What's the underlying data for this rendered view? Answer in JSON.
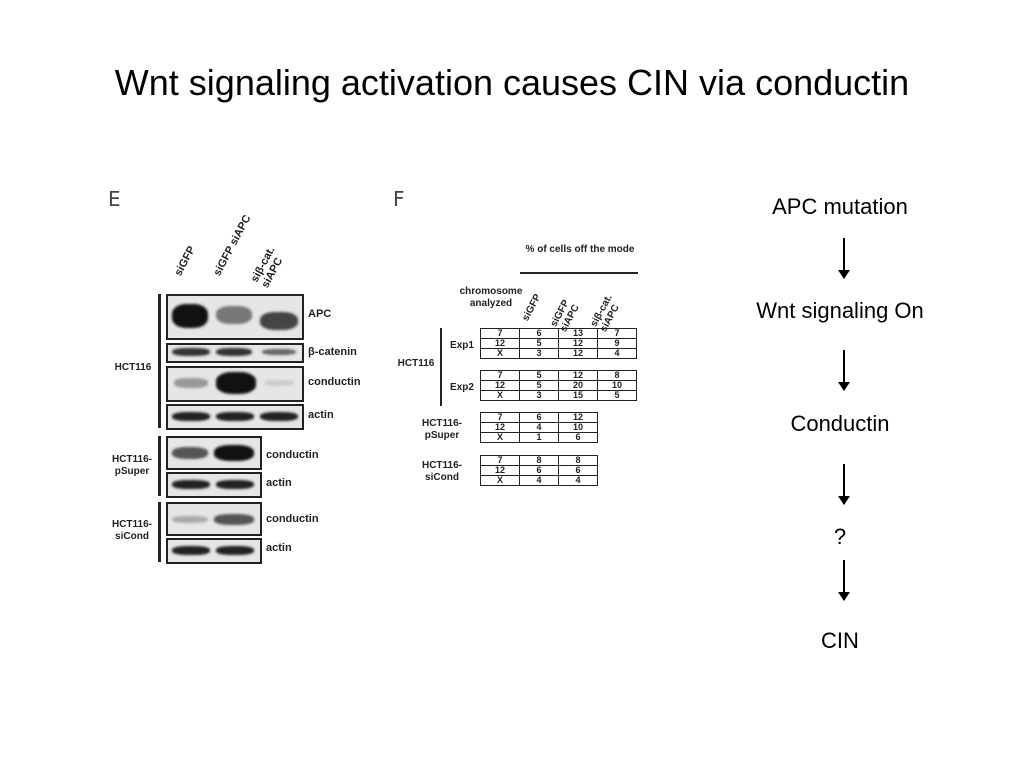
{
  "title": "Wnt signaling activation causes CIN via conductin",
  "panel_e": {
    "letter": "E",
    "lanes": [
      "siGFP",
      "siGFP siAPC",
      "siβ-cat. siAPC"
    ],
    "groups": [
      {
        "name": "HCT116",
        "blots": [
          "APC",
          "β-catenin",
          "conductin",
          "actin"
        ]
      },
      {
        "name": "HCT116- pSuper",
        "blots": [
          "conductin",
          "actin"
        ]
      },
      {
        "name": "HCT116- siCond",
        "blots": [
          "conductin",
          "actin"
        ]
      }
    ]
  },
  "panel_f": {
    "letter": "F",
    "header_top": "% of cells off the mode",
    "row_header": "chromosome analyzed",
    "columns": [
      "siGFP",
      "siGFP siAPC",
      "siβ-cat. siAPC"
    ],
    "hct116": "HCT116",
    "exp1": {
      "label": "Exp1",
      "rows": [
        [
          "7",
          "6",
          "13",
          "7"
        ],
        [
          "12",
          "5",
          "12",
          "9"
        ],
        [
          "X",
          "3",
          "12",
          "4"
        ]
      ]
    },
    "exp2": {
      "label": "Exp2",
      "rows": [
        [
          "7",
          "5",
          "12",
          "8"
        ],
        [
          "12",
          "5",
          "20",
          "10"
        ],
        [
          "X",
          "3",
          "15",
          "5"
        ]
      ]
    },
    "psuper": {
      "label": "HCT116- pSuper",
      "rows": [
        [
          "7",
          "6",
          "12"
        ],
        [
          "12",
          "4",
          "10"
        ],
        [
          "X",
          "1",
          "6"
        ]
      ]
    },
    "sicond": {
      "label": "HCT116- siCond",
      "rows": [
        [
          "7",
          "8",
          "8"
        ],
        [
          "12",
          "6",
          "6"
        ],
        [
          "X",
          "4",
          "4"
        ]
      ]
    }
  },
  "flow": [
    "APC mutation",
    "Wnt signaling On",
    "Conductin",
    "?",
    "CIN"
  ]
}
